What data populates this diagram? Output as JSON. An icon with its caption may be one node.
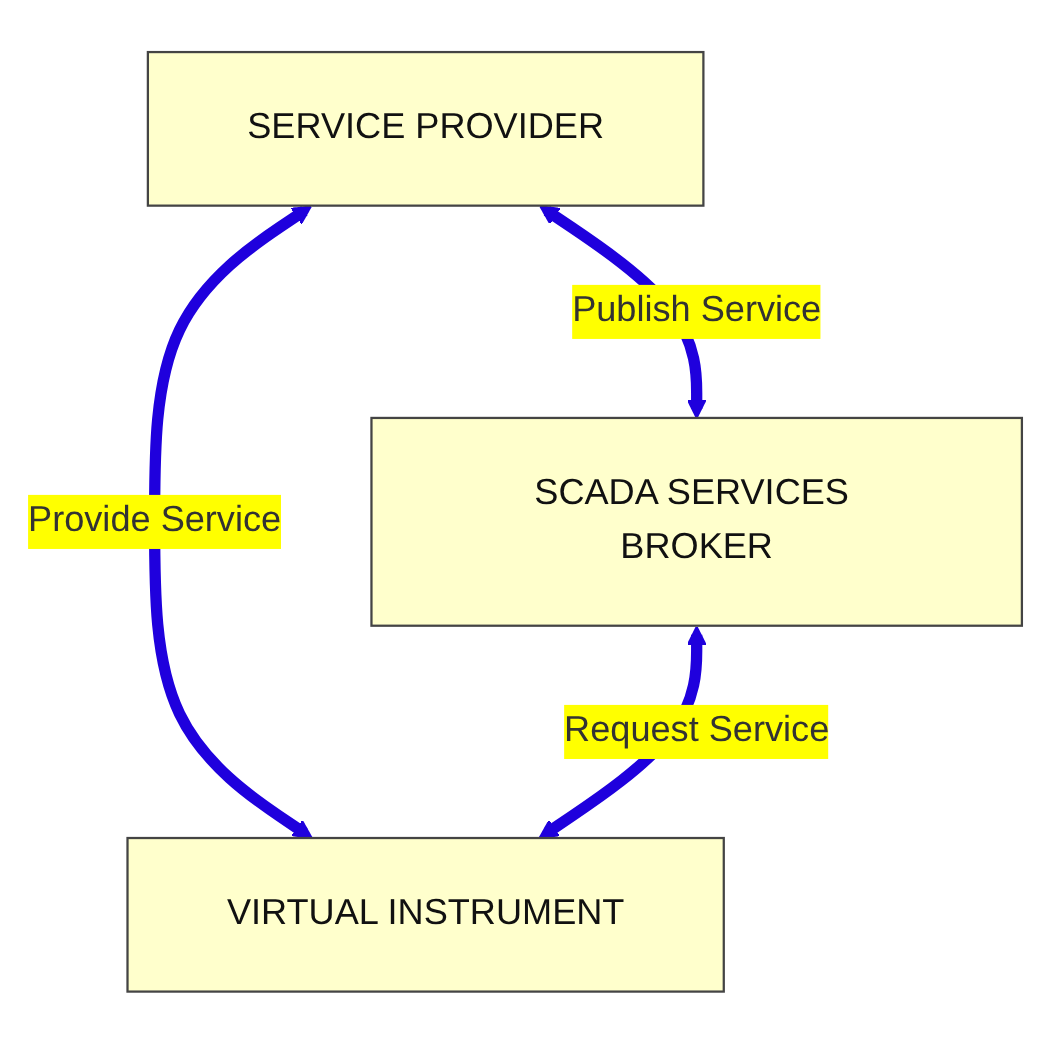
{
  "diagram": {
    "nodes": [
      {
        "text": [
          "SERVICE PROVIDER"
        ]
      },
      {
        "text": [
          "SCADA SERVICES BROKER"
        ]
      },
      {
        "text": [
          "VIRTUAL INSTRUMENT"
        ]
      }
    ],
    "edges": [
      {
        "from": 0,
        "to": 2,
        "arrow": "both",
        "label": "Provide Service"
      },
      {
        "from": 0,
        "to": 1,
        "arrow": "both",
        "label": "Publish Service"
      },
      {
        "from": 1,
        "to": 2,
        "arrow": "both",
        "label": "Request Service"
      }
    ]
  }
}
